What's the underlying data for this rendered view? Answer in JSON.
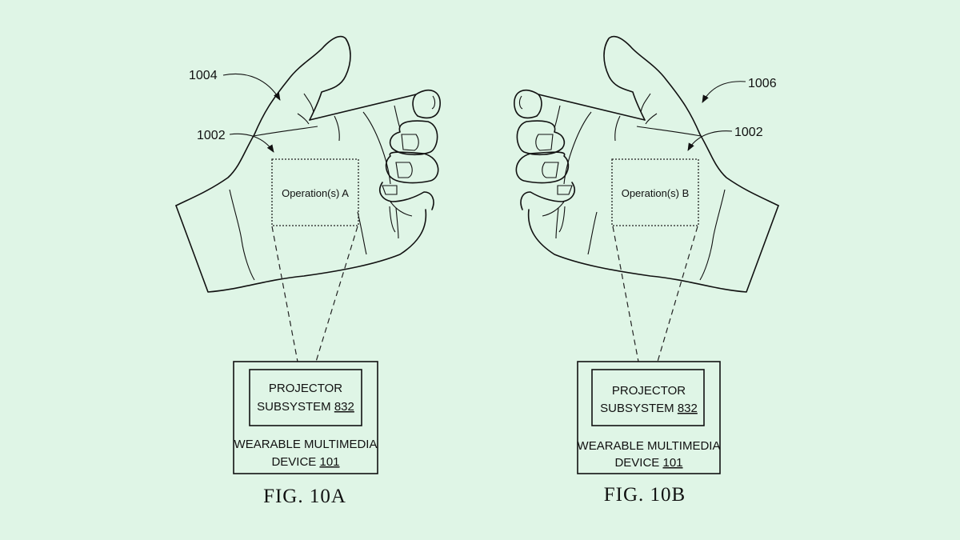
{
  "background_color": "#dff5e6",
  "figures": [
    {
      "caption": "FIG. 10A",
      "hand_ref": "1004",
      "surface_ref": "1002",
      "projection_label": "Operation(s) A",
      "inner_box": {
        "line1": "PROJECTOR",
        "line2_text": "SUBSYSTEM ",
        "line2_ref": "832"
      },
      "outer_box": {
        "line1": "WEARABLE MULTIMEDIA",
        "line2_text": "DEVICE ",
        "line2_ref": "101"
      }
    },
    {
      "caption": "FIG. 10B",
      "hand_ref": "1006",
      "surface_ref": "1002",
      "projection_label": "Operation(s) B",
      "inner_box": {
        "line1": "PROJECTOR",
        "line2_text": "SUBSYSTEM ",
        "line2_ref": "832"
      },
      "outer_box": {
        "line1": "WEARABLE MULTIMEDIA",
        "line2_text": "DEVICE ",
        "line2_ref": "101"
      }
    }
  ]
}
